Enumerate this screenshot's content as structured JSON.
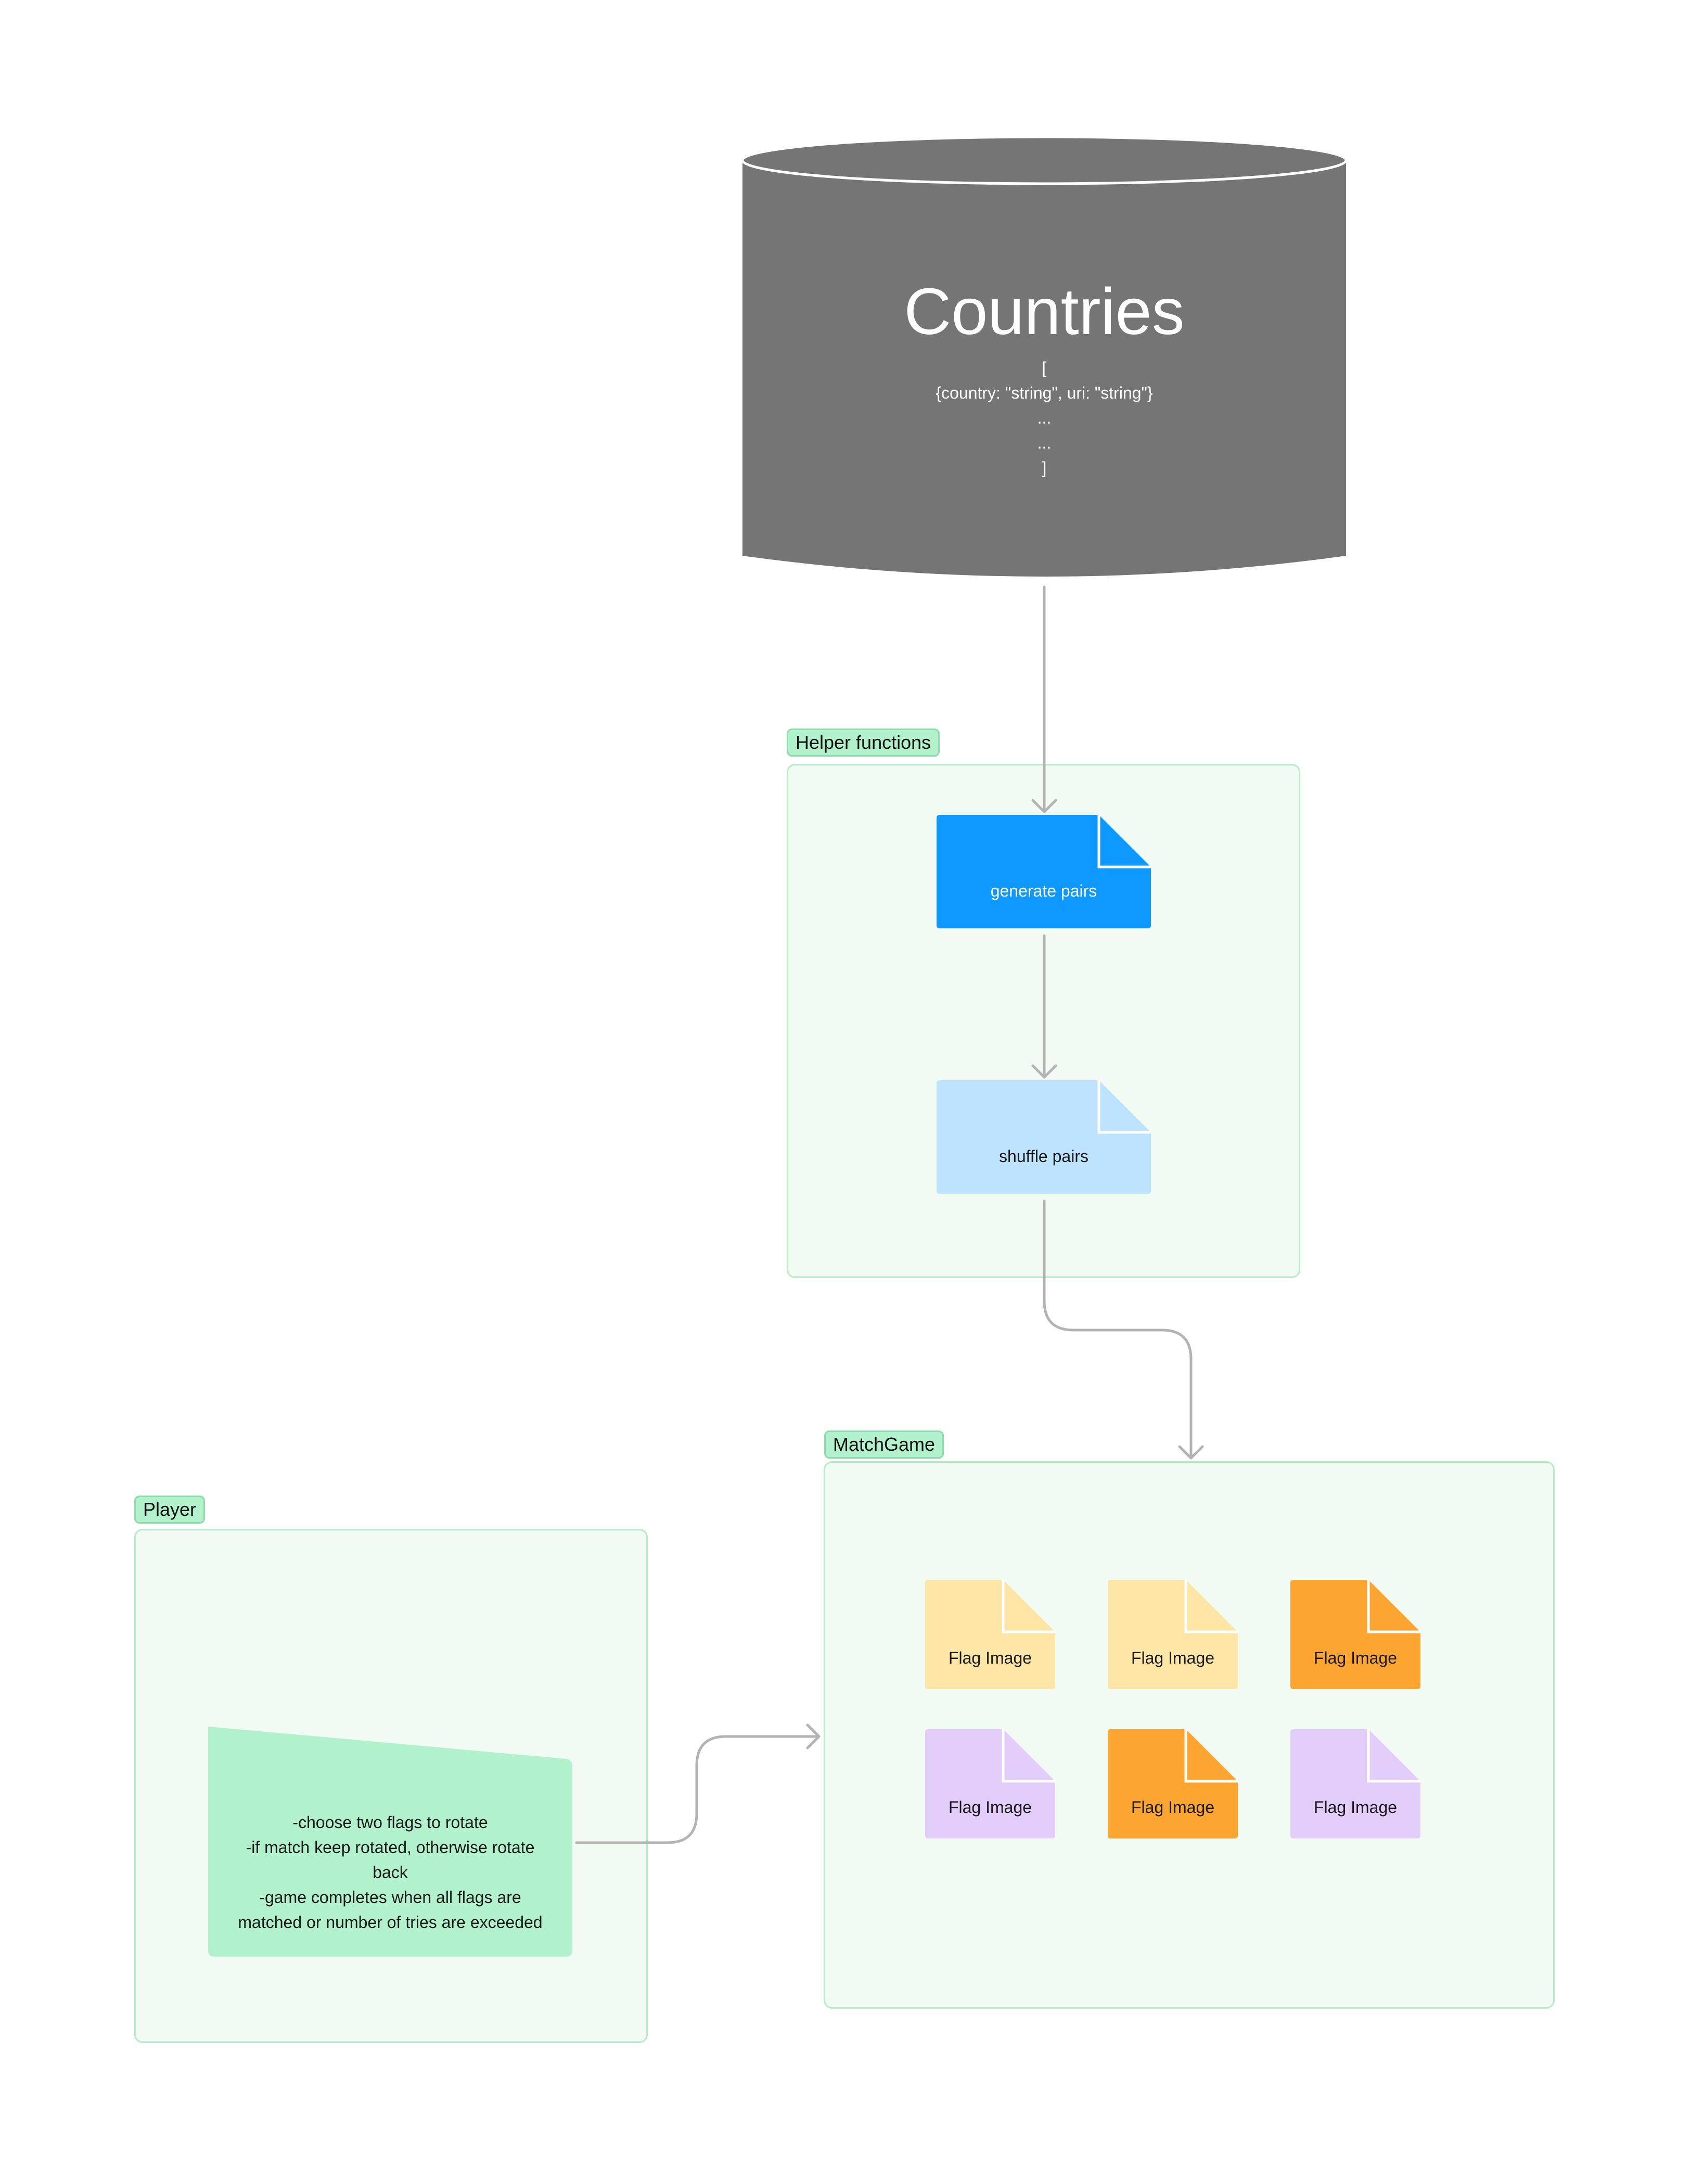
{
  "database": {
    "title": "Countries",
    "lines": [
      "[",
      "{country: \"string\", uri: \"string\"}",
      "...",
      "...",
      "]"
    ]
  },
  "helpers": {
    "label": "Helper functions",
    "generate": "generate pairs",
    "shuffle": "shuffle pairs"
  },
  "match_game": {
    "label": "MatchGame",
    "cards": [
      {
        "text": "Flag Image",
        "color": "#fde6a6"
      },
      {
        "text": "Flag Image",
        "color": "#fde6a6"
      },
      {
        "text": "Flag Image",
        "color": "#fda531"
      },
      {
        "text": "Flag Image",
        "color": "#e3cdfb"
      },
      {
        "text": "Flag Image",
        "color": "#fda531"
      },
      {
        "text": "Flag Image",
        "color": "#e3cdfb"
      }
    ]
  },
  "player": {
    "label": "Player",
    "note_lines": [
      "-choose two flags to rotate",
      "-if match keep rotated, otherwise rotate",
      "back",
      "-game completes when all flags are",
      "matched or number of tries are exceeded"
    ]
  },
  "colors": {
    "database": "#757575",
    "generate": "#0d99ff",
    "shuffle": "#bde3ff",
    "note": "#b1f1cc",
    "arrow": "#b3b3b3"
  }
}
